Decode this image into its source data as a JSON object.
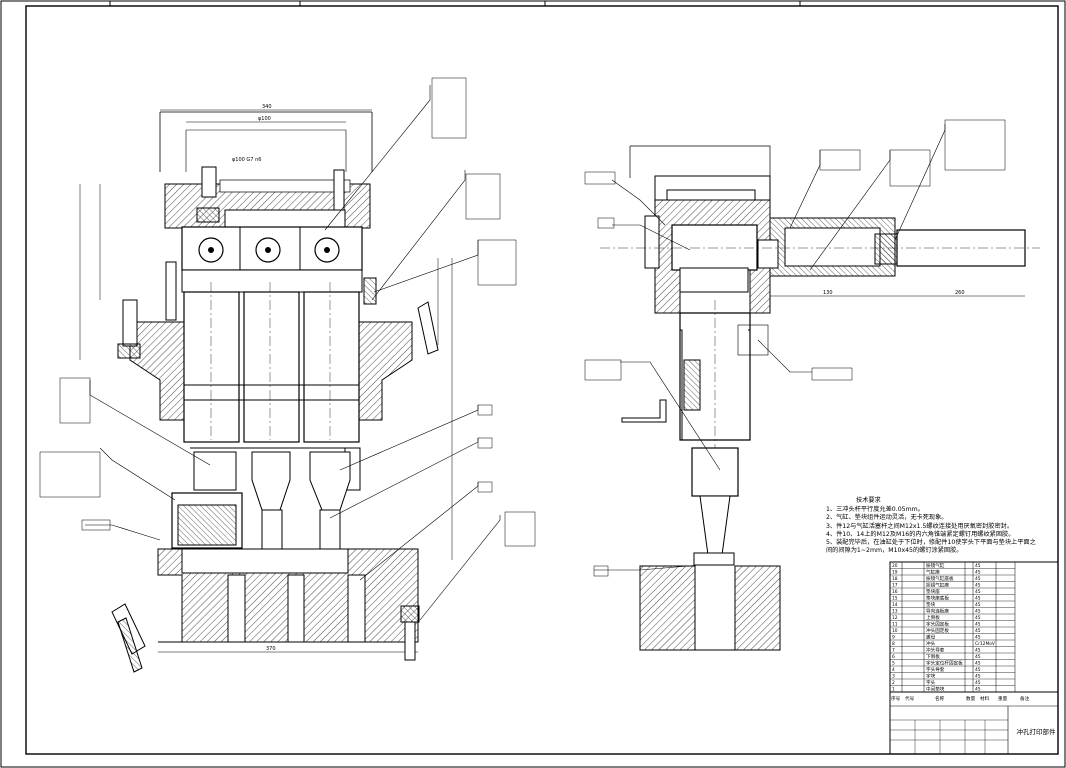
{
  "drawing": {
    "title": "冲孔打印部件"
  },
  "technical_requirements": {
    "heading": "技术要求",
    "lines": [
      "1、三冲头杆平行度允差0.05mm。",
      "2、气缸、垫块组件运动灵活，无卡死现象。",
      "3、件12与气缸活塞杆之间M12x1.5螺纹连接处用厌氧密封胶密封。",
      "4、件10、14上的M12及M16的内六角锥端紧定螺钉用螺纹紧固胶。",
      "5、装配完毕后，在油缸处于下位时，修配件10使字头下平面与垫块上平面之",
      "间的间隙为1~2mm，M10x45的螺钉涂紧固胶。"
    ]
  },
  "dimensions": {
    "front_top_width": "340",
    "front_inner_width": "φ100",
    "front_bottom_width": "370",
    "side_cylinder_length": "130",
    "side_rod_length": "260"
  },
  "parts_list": {
    "rows": [
      "振镜气缸",
      "气缸座",
      "振镜气缸座板",
      "振镜气缸座",
      "垫块座",
      "垫块座底板",
      "垫块",
      "导向连板座",
      "上侧板",
      "字头固定板",
      "冲头固定板",
      "螺母",
      "冲头",
      "冲头导套",
      "下侧板",
      "字头定位杆固定板",
      "字头导套",
      "字块",
      "字头",
      "中间垫块"
    ],
    "header_labels": [
      "序号",
      "代号",
      "名称",
      "数量",
      "材料",
      "重量",
      "备注"
    ],
    "materials": [
      "45",
      "45",
      "45",
      "45",
      "45",
      "45",
      "45",
      "45",
      "45",
      "45",
      "45",
      "45",
      "Cr12MoV",
      "45",
      "45",
      "45",
      "45",
      "45",
      "45",
      "45"
    ]
  }
}
